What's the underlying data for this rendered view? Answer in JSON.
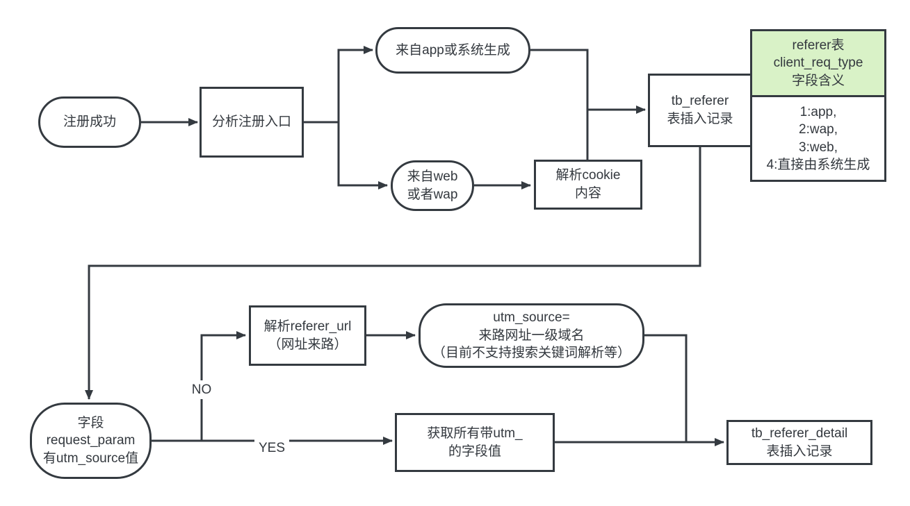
{
  "colors": {
    "line": "#343a40",
    "text": "#33383e",
    "note_header_bg": "#d9f2c7",
    "background": "#ffffff"
  },
  "nodes": {
    "start": {
      "lines": [
        "注册成功"
      ]
    },
    "analyze_entry": {
      "lines": [
        "分析注册入口"
      ]
    },
    "from_app": {
      "lines": [
        "来自app或系统生成"
      ]
    },
    "from_web": {
      "lines": [
        "来自web",
        "或者wap"
      ]
    },
    "parse_cookie": {
      "lines": [
        "解析cookie",
        "内容"
      ]
    },
    "tb_referer": {
      "lines": [
        "tb_referer",
        "表插入记录"
      ]
    },
    "note": {
      "header_lines": [
        "referer表",
        "client_req_type",
        "字段含义"
      ],
      "body_lines": [
        "1:app,",
        "2:wap,",
        "3:web,",
        "4:直接由系统生成"
      ]
    },
    "check_utm_source": {
      "lines": [
        "字段",
        "request_param",
        "有utm_source值"
      ]
    },
    "parse_referer_url": {
      "lines": [
        "解析referer_url",
        "（网址来路）"
      ]
    },
    "utm_source_result": {
      "lines": [
        "utm_source=",
        "来路网址一级域名",
        "（目前不支持搜索关键词解析等）"
      ]
    },
    "get_utm_fields": {
      "lines": [
        "获取所有带utm_",
        "的字段值"
      ]
    },
    "tb_referer_detail": {
      "lines": [
        "tb_referer_detail",
        "表插入记录"
      ]
    }
  },
  "edge_labels": {
    "no": "NO",
    "yes": "YES"
  }
}
